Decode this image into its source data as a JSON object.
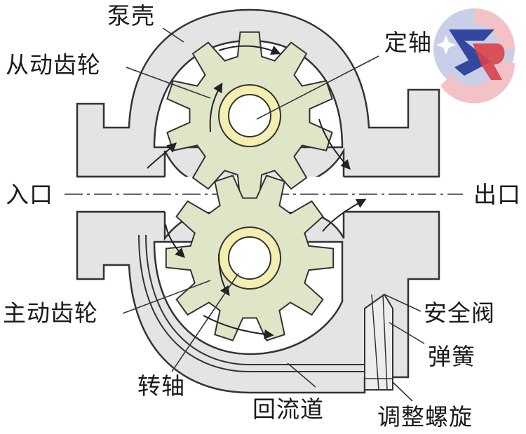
{
  "labels": {
    "pump_casing": "泵壳",
    "driven_gear": "从动齿轮",
    "fixed_shaft": "定轴",
    "inlet": "入口",
    "outlet": "出口",
    "driving_gear": "主动齿轮",
    "rotating_shaft": "转轴",
    "return_channel": "回流道",
    "safety_valve": "安全阀",
    "spring": "弹簧",
    "adjusting_screw": "调整螺旋"
  },
  "colors": {
    "casing_fill": "#e4e4e4",
    "gear_fill": "#dfe6c8",
    "bushing_fill": "#f4eeb0",
    "outline": "#333333",
    "logo_blue": "#2a3f9a",
    "logo_red": "#d9414a"
  },
  "icons": {
    "logo": "zr-logo-icon"
  }
}
